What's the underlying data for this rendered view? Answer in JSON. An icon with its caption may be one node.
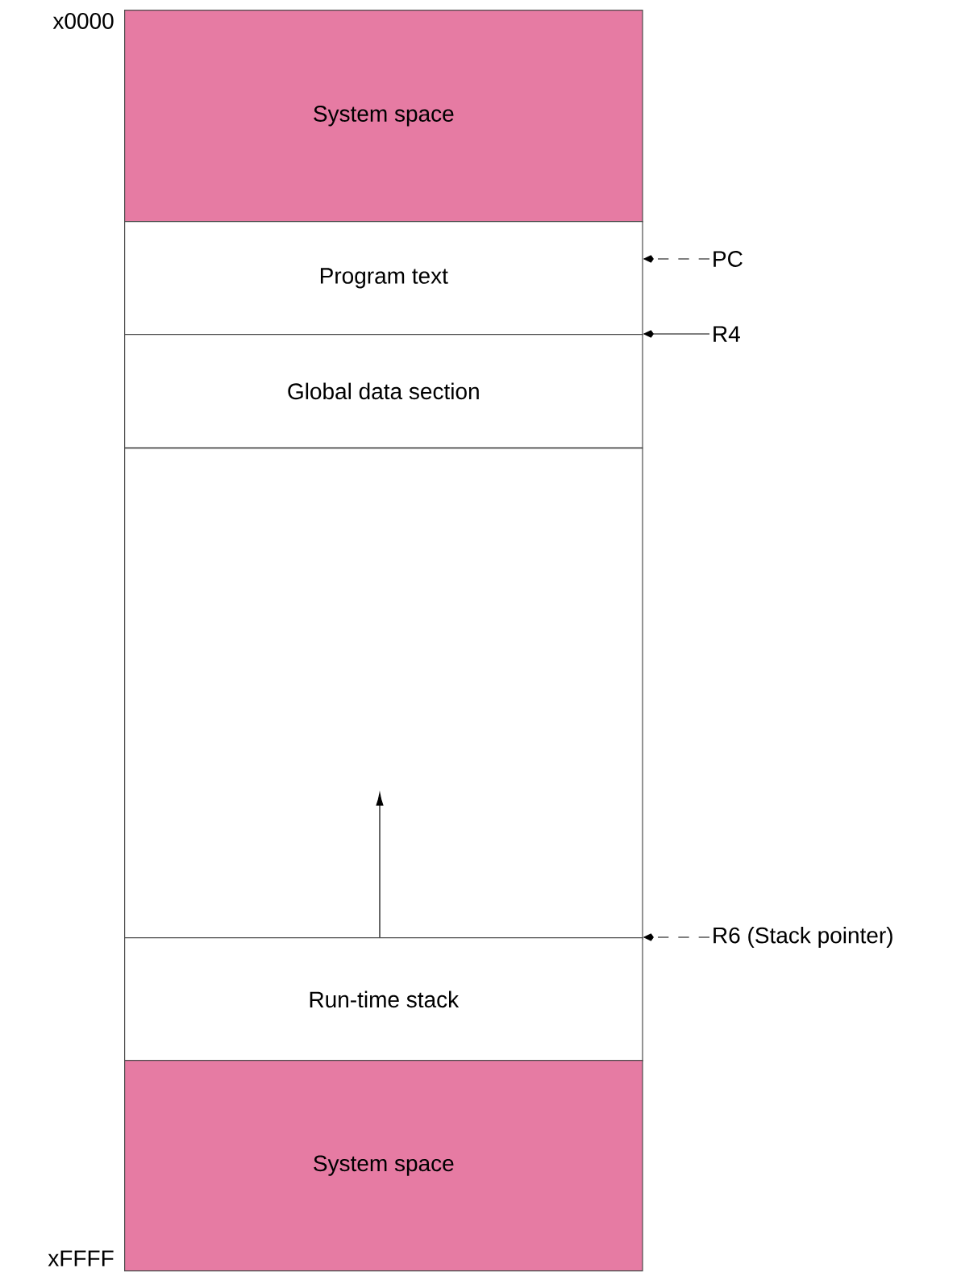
{
  "diagram": {
    "nodes": [
      {
        "text": [
          "System space"
        ],
        "beside": [
          "x0000"
        ]
      },
      {
        "text": [
          "Program text"
        ]
      },
      {
        "text": [
          "Global data section"
        ]
      },
      {
        "text": [],
        "shape": "box"
      },
      {
        "text": [
          "Run-time stack"
        ]
      },
      {
        "text": [
          "System space"
        ],
        "beside": [
          "xFFFF"
        ]
      },
      {
        "text": [
          "PC"
        ]
      },
      {
        "text": [
          "R4"
        ]
      },
      {
        "text": [
          "R6 (Stack pointer)"
        ]
      }
    ],
    "edges": [
      {
        "from": 6,
        "to": 1,
        "arrow": "to",
        "style": "dashed"
      },
      {
        "from": 7,
        "to": 2,
        "arrow": "to"
      },
      {
        "from": 8,
        "to": 4,
        "arrow": "to",
        "style": "dashed"
      }
    ]
  }
}
